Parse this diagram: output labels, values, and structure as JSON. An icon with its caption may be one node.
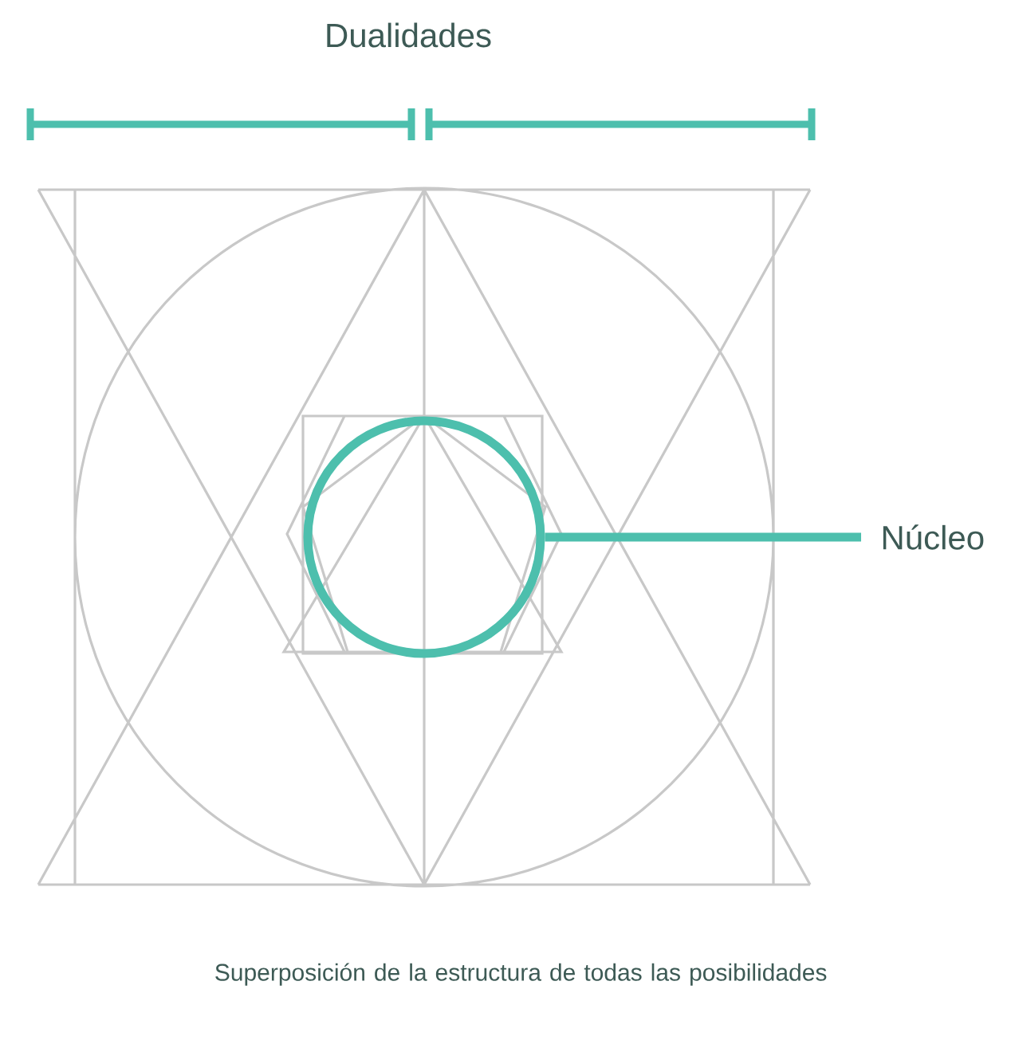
{
  "diagram": {
    "title": "Dualidades",
    "caption": "Superposición de la estructura de todas las posibilidades",
    "nodes": [
      {
        "text": [
          "Núcleo"
        ]
      },
      {
        "text": [],
        "shape": "circle"
      }
    ],
    "edges": [
      {
        "from": 0,
        "to": 1,
        "arrow": "none"
      }
    ]
  }
}
